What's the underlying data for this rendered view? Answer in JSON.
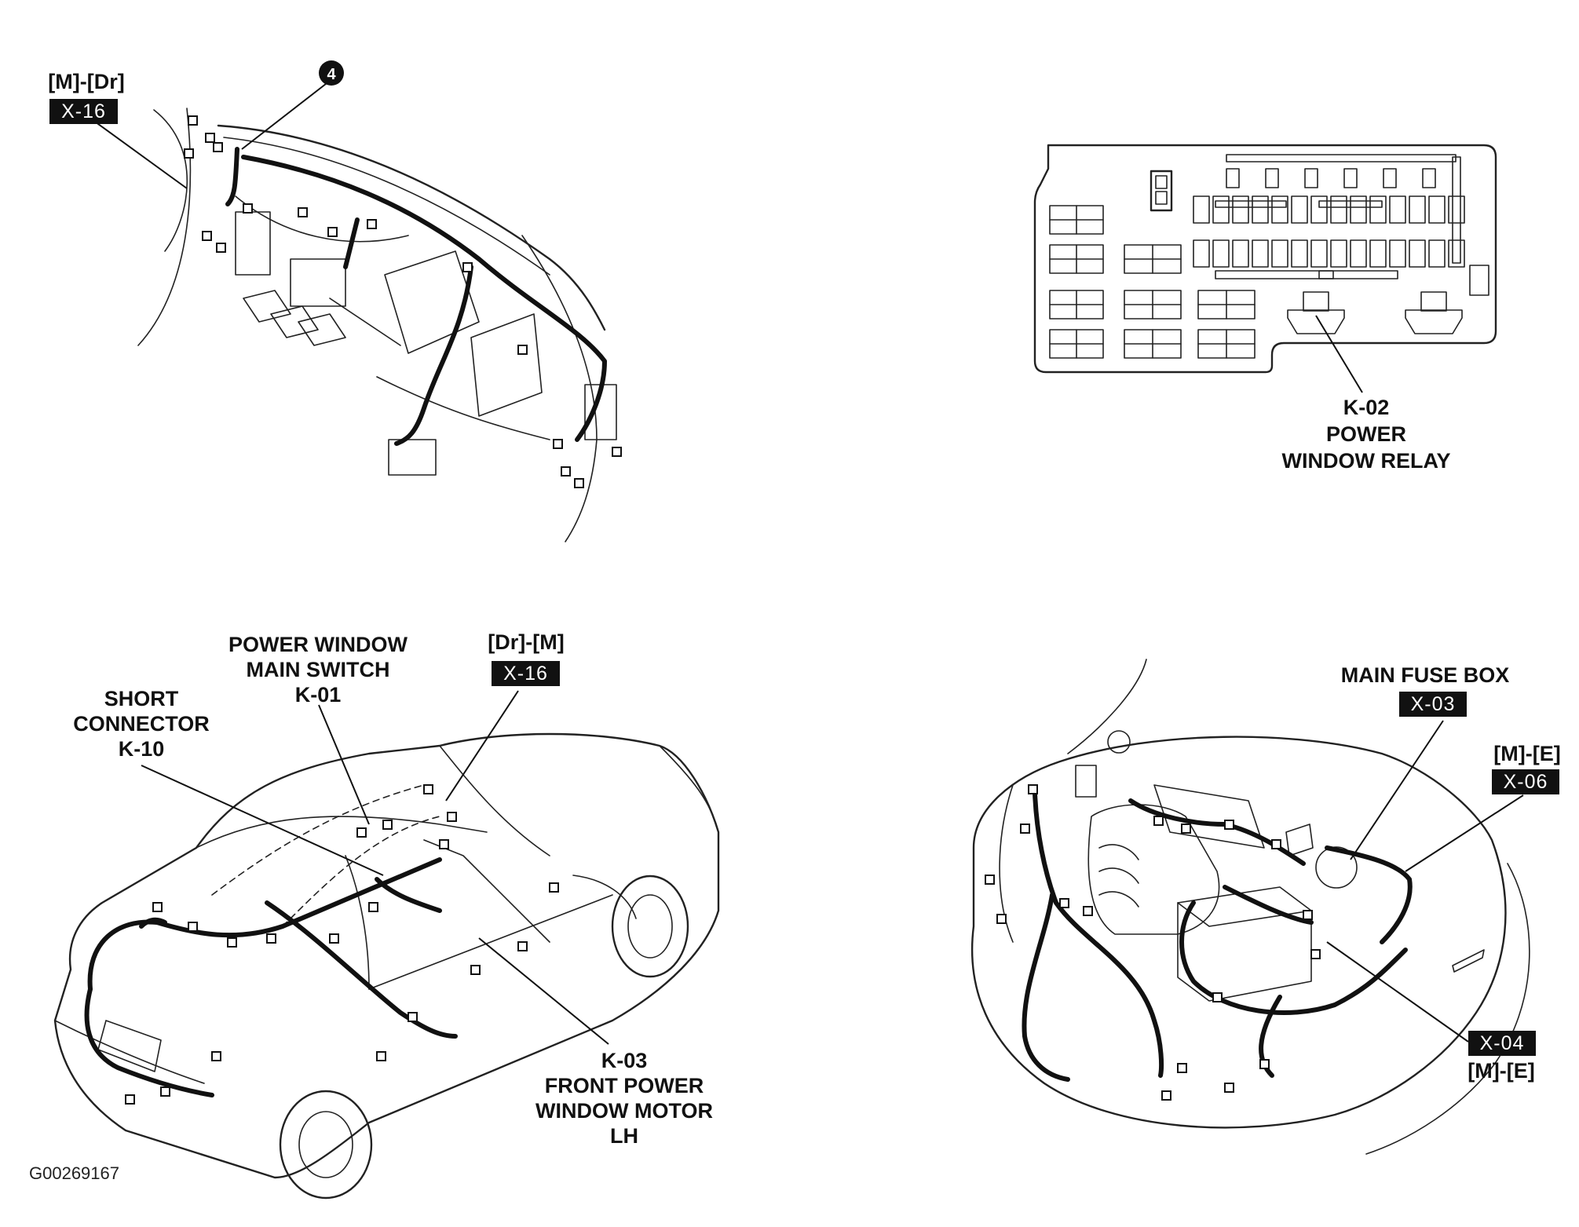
{
  "figure_id": "G00269167",
  "dashboard": {
    "connector_pair": "[M]-[Dr]",
    "connector_tag": "X-16",
    "callout_number": "4"
  },
  "relay_box": {
    "code": "K-02",
    "line1": "POWER",
    "line2": "WINDOW RELAY"
  },
  "car": {
    "main_switch": {
      "line1": "POWER WINDOW",
      "line2": "MAIN SWITCH",
      "code": "K-01"
    },
    "short_connector": {
      "line1": "SHORT",
      "line2": "CONNECTOR",
      "code": "K-10"
    },
    "door_connector": {
      "pair": "[Dr]-[M]",
      "tag": "X-16"
    },
    "motor": {
      "code": "K-03",
      "line1": "FRONT POWER",
      "line2": "WINDOW MOTOR",
      "line3": "LH"
    }
  },
  "engine_bay": {
    "fuse_box": {
      "label": "MAIN FUSE BOX",
      "tag": "X-03"
    },
    "connector_x06": {
      "pair": "[M]-[E]",
      "tag": "X-06"
    },
    "connector_x04": {
      "tag": "X-04",
      "pair": "[M]-[E]"
    }
  }
}
